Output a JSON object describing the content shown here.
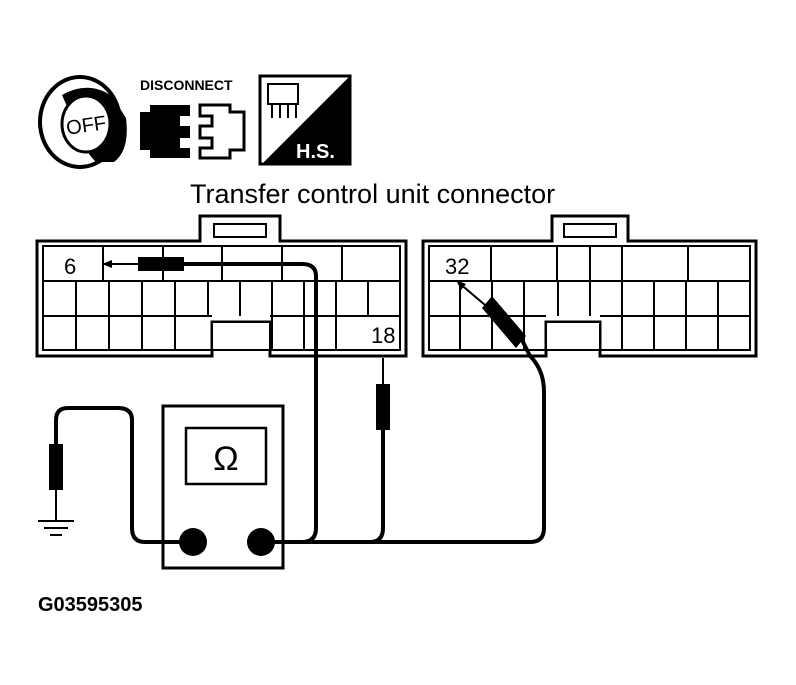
{
  "icons": {
    "ignition": "OFF",
    "disconnect": "DISCONNECT",
    "harness_side": "H.S."
  },
  "title": "Transfer control unit connector",
  "connector_left": {
    "pin_a": "6",
    "pin_b": "18"
  },
  "connector_right": {
    "pin_a": "32"
  },
  "meter": {
    "symbol": "Ω"
  },
  "figure_id": "G03595305"
}
